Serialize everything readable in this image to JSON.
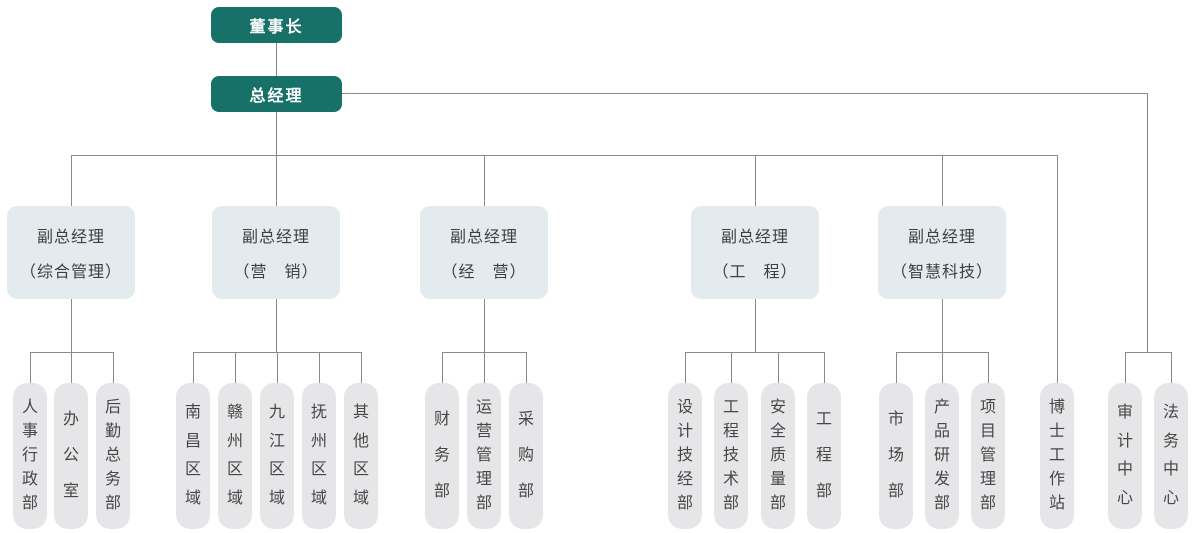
{
  "palette": {
    "node_teal": "#177168",
    "deputy_fill": "#e3ebee",
    "pill_fill": "#e6e6e8",
    "line_gray": "#8a8a8a",
    "text_dark": "#3f3f3f"
  },
  "chairman": {
    "label": "董事长"
  },
  "general_manager": {
    "label": "总经理"
  },
  "deputies": [
    {
      "line1": "副总经理",
      "line2": "（综合管理）",
      "children": [
        "人事行政部",
        "办公室",
        "后勤总务部"
      ]
    },
    {
      "line1": "副总经理",
      "line2": "（营　销）",
      "children": [
        "南昌区域",
        "赣州区域",
        "九江区域",
        "抚州区域",
        "其他区域"
      ]
    },
    {
      "line1": "副总经理",
      "line2": "（经　营）",
      "children": [
        "财务部",
        "运营管理部",
        "采购部"
      ]
    },
    {
      "line1": "副总经理",
      "line2": "（工　程）",
      "children": [
        "设计技经部",
        "工程技术部",
        "安全质量部",
        "工程部"
      ]
    },
    {
      "line1": "副总经理",
      "line2": "（智慧科技）",
      "children": [
        "市场部",
        "产品研发部",
        "项目管理部"
      ]
    }
  ],
  "gm_station": {
    "label": "博士工作站"
  },
  "gm_direct": [
    "审计中心",
    "法务中心"
  ]
}
